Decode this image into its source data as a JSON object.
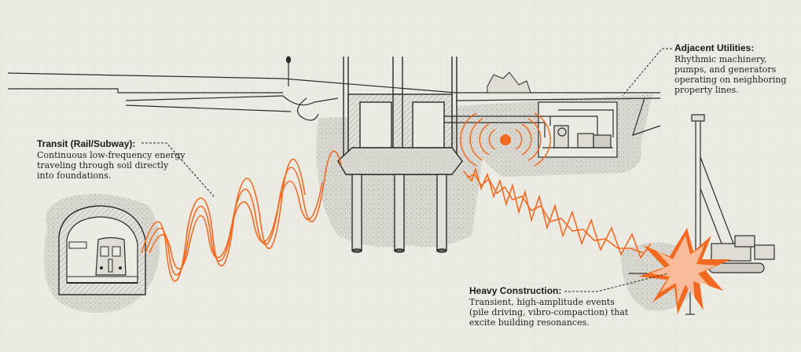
{
  "callouts": {
    "transit": {
      "title": "Transit (Rail/Subway):",
      "body": "Continuous low-frequency energy traveling through soil directly into foundations."
    },
    "utilities": {
      "title": "Adjacent Utilities:",
      "body": "Rhythmic machinery, pumps, and generators operating on neighboring property lines."
    },
    "construction": {
      "title": "Heavy Construction:",
      "body": "Transient, high-amplitude events (pile driving, vibro-compaction) that excite building resonances."
    }
  },
  "colors": {
    "background": "#ecebe3",
    "ink": "#2b2b2b",
    "soil": "#d9d8d0",
    "accent": "#f26a21"
  },
  "icons": {
    "train": "train-icon",
    "pump": "pump-icon",
    "crane": "pile-driving-rig-icon",
    "vibration_source": "vibration-burst-icon"
  }
}
